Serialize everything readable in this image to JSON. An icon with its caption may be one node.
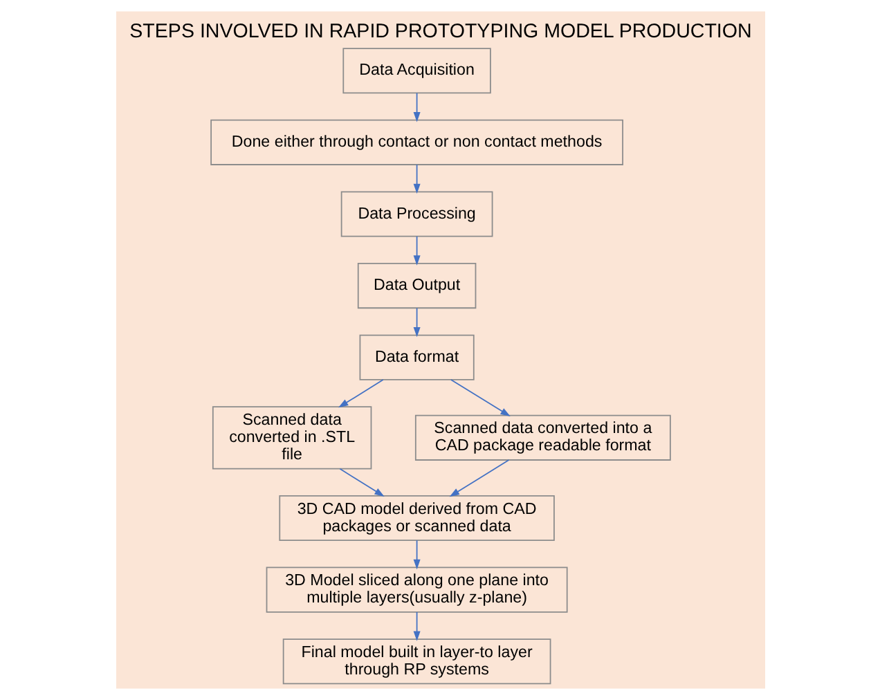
{
  "diagram": {
    "title": "STEPS INVOLVED IN RAPID PROTOTYPING MODEL PRODUCTION",
    "nodes": [
      {
        "text": [
          "Data Acquisition"
        ]
      },
      {
        "text": [
          "Done either through contact or non contact methods"
        ]
      },
      {
        "text": [
          "Data Processing"
        ]
      },
      {
        "text": [
          "Data Output"
        ]
      },
      {
        "text": [
          "Data format"
        ]
      },
      {
        "text": [
          "Scanned data converted in .STL file"
        ]
      },
      {
        "text": [
          "Scanned data converted into a CAD package readable format"
        ]
      },
      {
        "text": [
          "3D CAD model derived from CAD packages or scanned data"
        ]
      },
      {
        "text": [
          "3D Model sliced along one plane into multiple layers(usually z-plane)"
        ]
      },
      {
        "text": [
          "Final model built in layer-to layer through RP systems"
        ]
      }
    ],
    "edges": [
      {
        "from": 0,
        "to": 1,
        "arrow": "to"
      },
      {
        "from": 1,
        "to": 2,
        "arrow": "to"
      },
      {
        "from": 2,
        "to": 3,
        "arrow": "to"
      },
      {
        "from": 3,
        "to": 4,
        "arrow": "to"
      },
      {
        "from": 4,
        "to": 5,
        "arrow": "to"
      },
      {
        "from": 4,
        "to": 6,
        "arrow": "to"
      },
      {
        "from": 5,
        "to": 7,
        "arrow": "to"
      },
      {
        "from": 6,
        "to": 7,
        "arrow": "to"
      },
      {
        "from": 7,
        "to": 8,
        "arrow": "to"
      },
      {
        "from": 8,
        "to": 9,
        "arrow": "to"
      }
    ]
  }
}
